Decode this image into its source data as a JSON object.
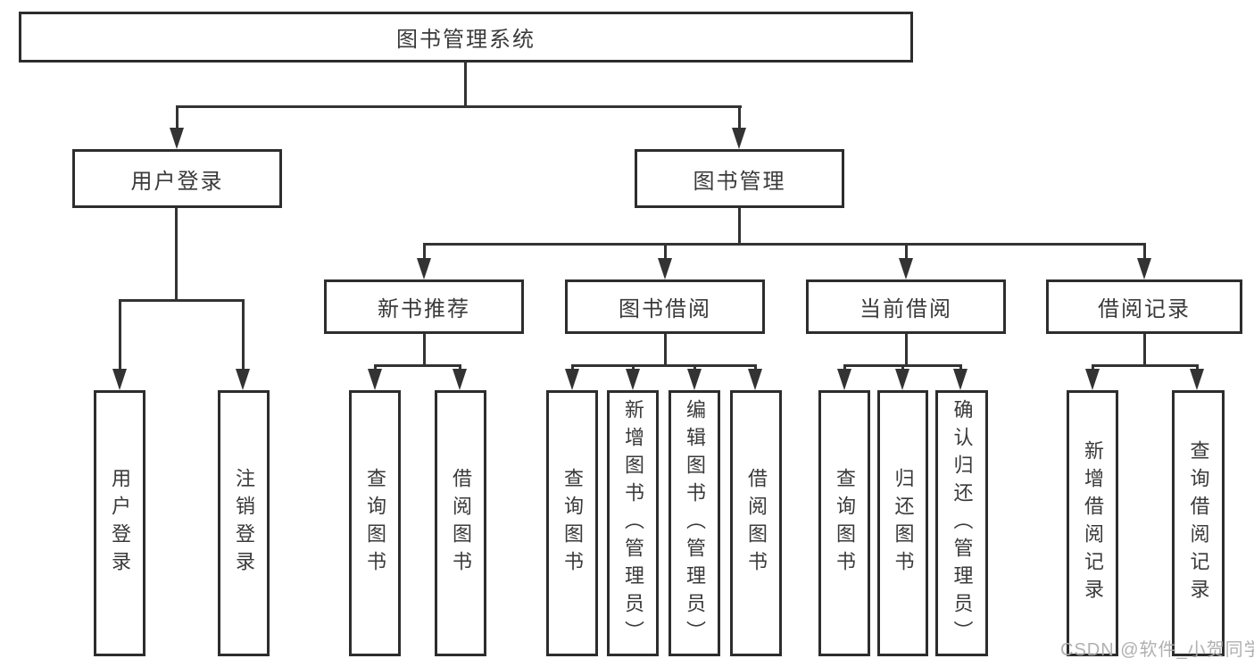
{
  "colors": {
    "background": "#ffffff",
    "box_border": "#2d2d2d",
    "line": "#333333",
    "text": "#3a3a3a",
    "watermark": "#acacac"
  },
  "tree": {
    "root": {
      "label": "图书管理系统"
    },
    "branches": [
      {
        "label": "用户登录",
        "children": [
          {
            "label": "用户登录"
          },
          {
            "label": "注销登录"
          }
        ]
      },
      {
        "label": "图书管理",
        "children": [
          {
            "label": "新书推荐",
            "children": [
              {
                "label": "查询图书"
              },
              {
                "label": "借阅图书"
              }
            ]
          },
          {
            "label": "图书借阅",
            "children": [
              {
                "label": "查询图书"
              },
              {
                "label": "新增图书（管理员）"
              },
              {
                "label": "编辑图书（管理员）"
              },
              {
                "label": "借阅图书"
              }
            ]
          },
          {
            "label": "当前借阅",
            "children": [
              {
                "label": "查询图书"
              },
              {
                "label": "归还图书"
              },
              {
                "label": "确认归还（管理员）"
              }
            ]
          },
          {
            "label": "借阅记录",
            "children": [
              {
                "label": "新增借阅记录"
              },
              {
                "label": "查询借阅记录"
              }
            ]
          }
        ]
      }
    ]
  },
  "watermark": "CSDN @软件_小贺同学"
}
